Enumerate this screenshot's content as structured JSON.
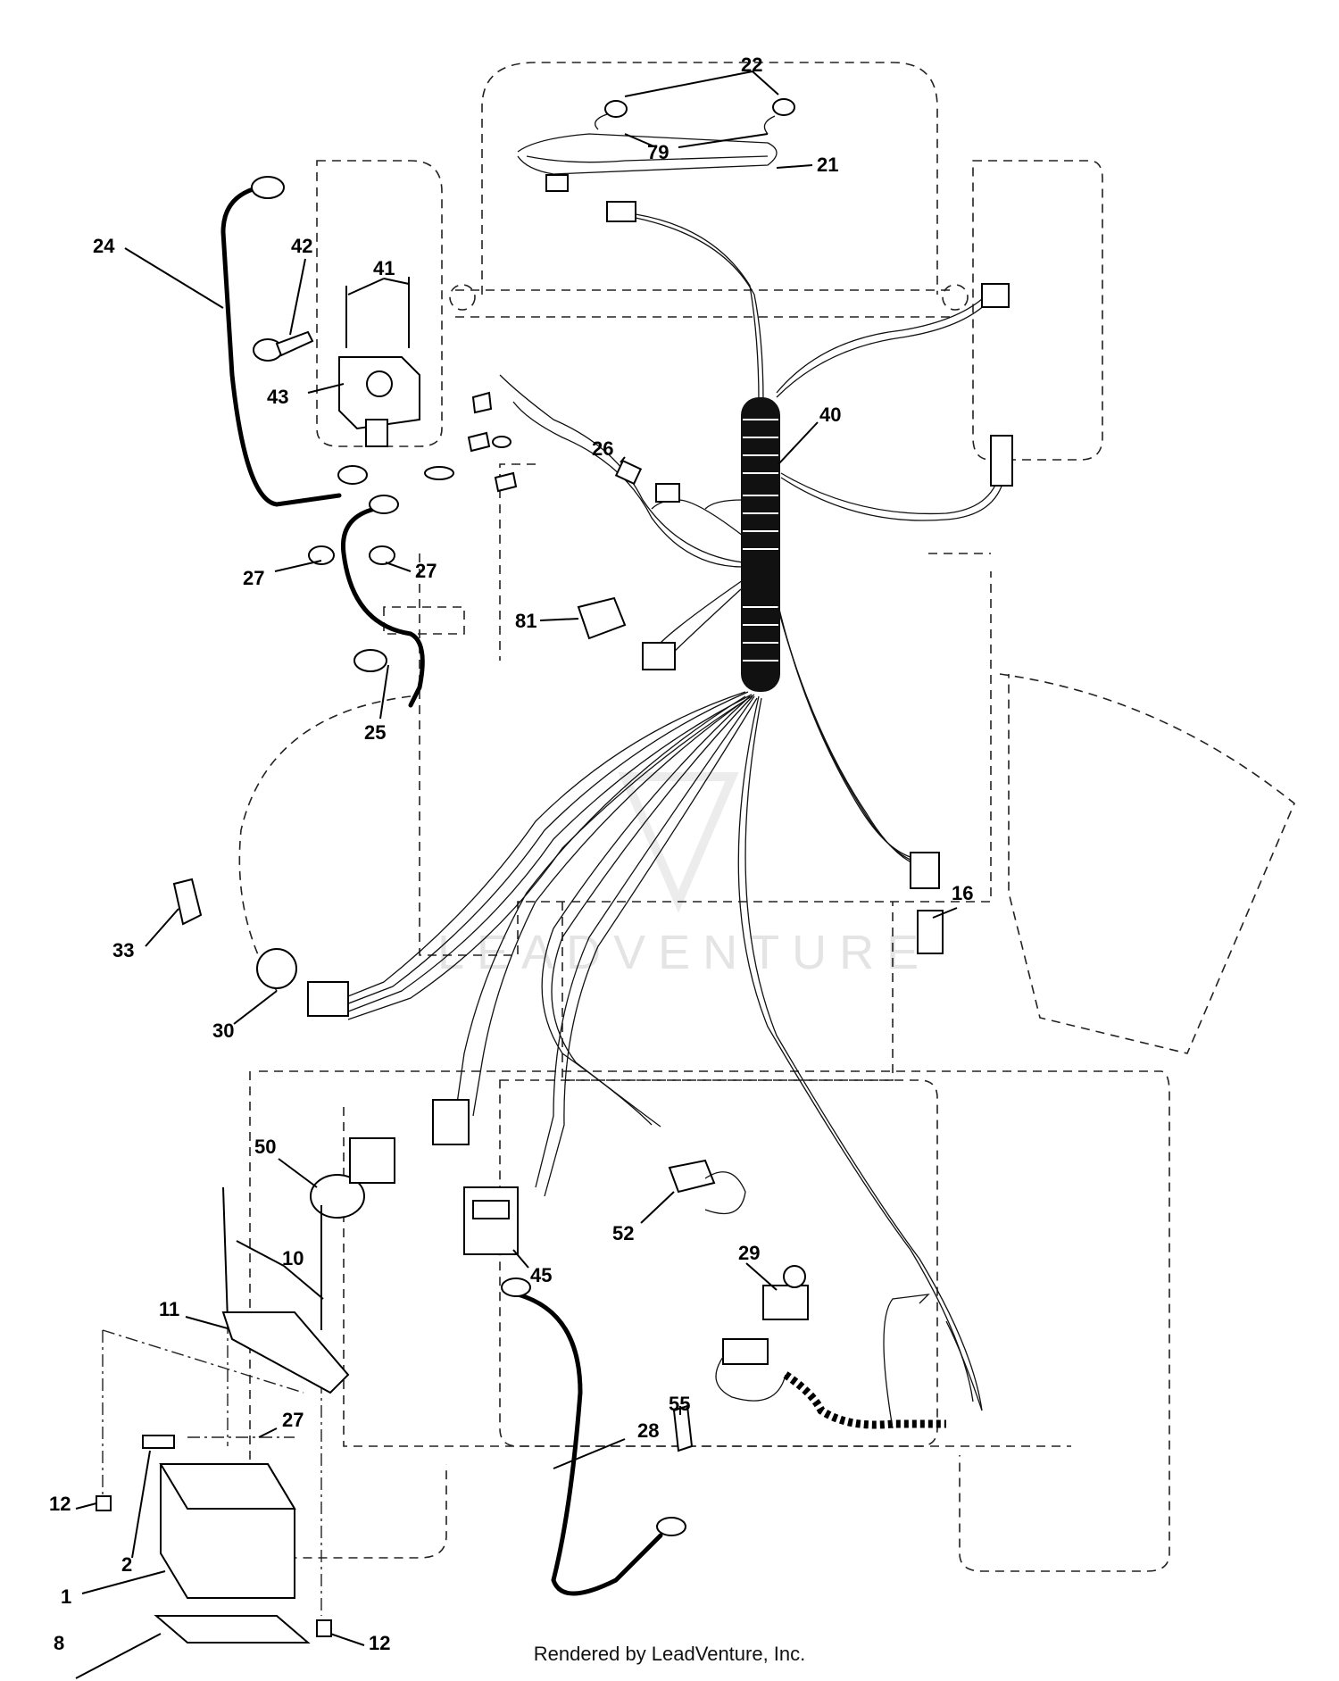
{
  "callouts": [
    {
      "id": "c22",
      "text": "22"
    },
    {
      "id": "c79",
      "text": "79"
    },
    {
      "id": "c21",
      "text": "21"
    },
    {
      "id": "c24",
      "text": "24"
    },
    {
      "id": "c42",
      "text": "42"
    },
    {
      "id": "c41",
      "text": "41"
    },
    {
      "id": "c43",
      "text": "43"
    },
    {
      "id": "c40",
      "text": "40"
    },
    {
      "id": "c26",
      "text": "26"
    },
    {
      "id": "c27a",
      "text": "27"
    },
    {
      "id": "c27b",
      "text": "27"
    },
    {
      "id": "c81",
      "text": "81"
    },
    {
      "id": "c25",
      "text": "25"
    },
    {
      "id": "c16",
      "text": "16"
    },
    {
      "id": "c33",
      "text": "33"
    },
    {
      "id": "c30",
      "text": "30"
    },
    {
      "id": "c50",
      "text": "50"
    },
    {
      "id": "c10",
      "text": "10"
    },
    {
      "id": "c11",
      "text": "11"
    },
    {
      "id": "c45",
      "text": "45"
    },
    {
      "id": "c52",
      "text": "52"
    },
    {
      "id": "c29",
      "text": "29"
    },
    {
      "id": "c27c",
      "text": "27"
    },
    {
      "id": "c55",
      "text": "55"
    },
    {
      "id": "c28",
      "text": "28"
    },
    {
      "id": "c12a",
      "text": "12"
    },
    {
      "id": "c2",
      "text": "2"
    },
    {
      "id": "c1",
      "text": "1"
    },
    {
      "id": "c8",
      "text": "8"
    },
    {
      "id": "c12b",
      "text": "12"
    }
  ],
  "watermark": "LEADVENTURE",
  "footer": "Rendered by LeadVenture, Inc."
}
